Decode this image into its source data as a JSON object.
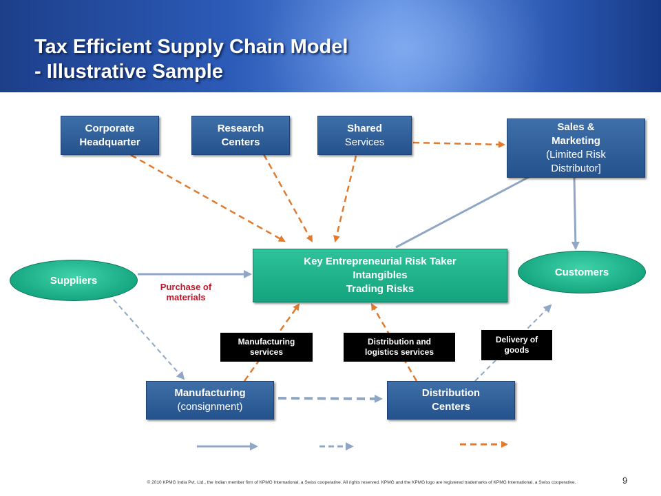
{
  "slide": {
    "title": "Tax Efficient Supply Chain Model\n- Illustrative Sample",
    "page_number": "9",
    "footer": "© 2010 KPMG India Pvt. Ltd., the Indian member firm of KPMG International,  a Swiss cooperative.  All rights reserved. KPMG and the KPMG logo are registered trademarks of KPMG International,  a Swiss cooperative."
  },
  "nodes": {
    "corporate_hq": "Corporate\nHeadquarter",
    "research_centers": "Research\nCenters",
    "shared_top": "Shared",
    "shared_bottom": "Services",
    "sales_top": "Sales &\nMarketing",
    "sales_bottom": "(Limited Risk\nDistributor]",
    "key_risk_taker": "Key Entrepreneurial Risk Taker\nIntangibles\nTrading Risks",
    "suppliers": "Suppliers",
    "customers": "Customers",
    "manufacturing_top": "Manufacturing",
    "manufacturing_bottom": "(consignment)",
    "distribution_centers": "Distribution\nCenters"
  },
  "labels": {
    "purchase": "Purchase  of\nmaterials",
    "manufacturing_services": "Manufacturing\nservices",
    "distribution_logistics": "Distribution and\nlogistics services",
    "delivery": "Delivery  of\ngoods"
  },
  "colors": {
    "orange_arrow": "#e07a2e",
    "grey_arrow": "#8fa7c4",
    "box_blue": "#2e5d96",
    "box_green": "#1bb38a",
    "header_blue": "#2c5bb8"
  }
}
